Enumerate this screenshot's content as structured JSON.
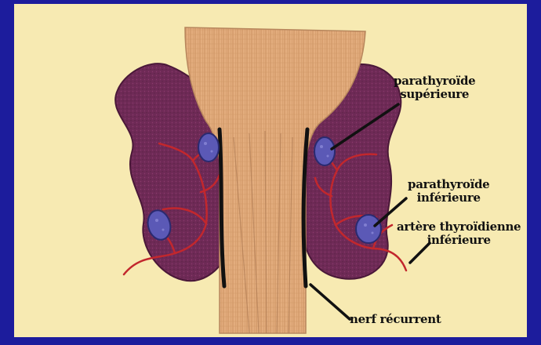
{
  "labels": {
    "parathyroid_superior": [
      "parathyroïde",
      "supérieure"
    ],
    "parathyroid_inferior": [
      "parathyroïde",
      "inférieure"
    ],
    "inferior_thyroid_artery": [
      "artère thyroïdienne",
      "inférieure"
    ],
    "recurrent_nerve": "nerf récurrent"
  },
  "colors": {
    "frame": "#1c1c9c",
    "background": "#f7eab2",
    "thyroid_lobe": "#6e2a56",
    "trachea": "#e3ad7e",
    "parathyroid": "#5b59b6",
    "artery": "#c2272d",
    "nerve": "#111111"
  }
}
